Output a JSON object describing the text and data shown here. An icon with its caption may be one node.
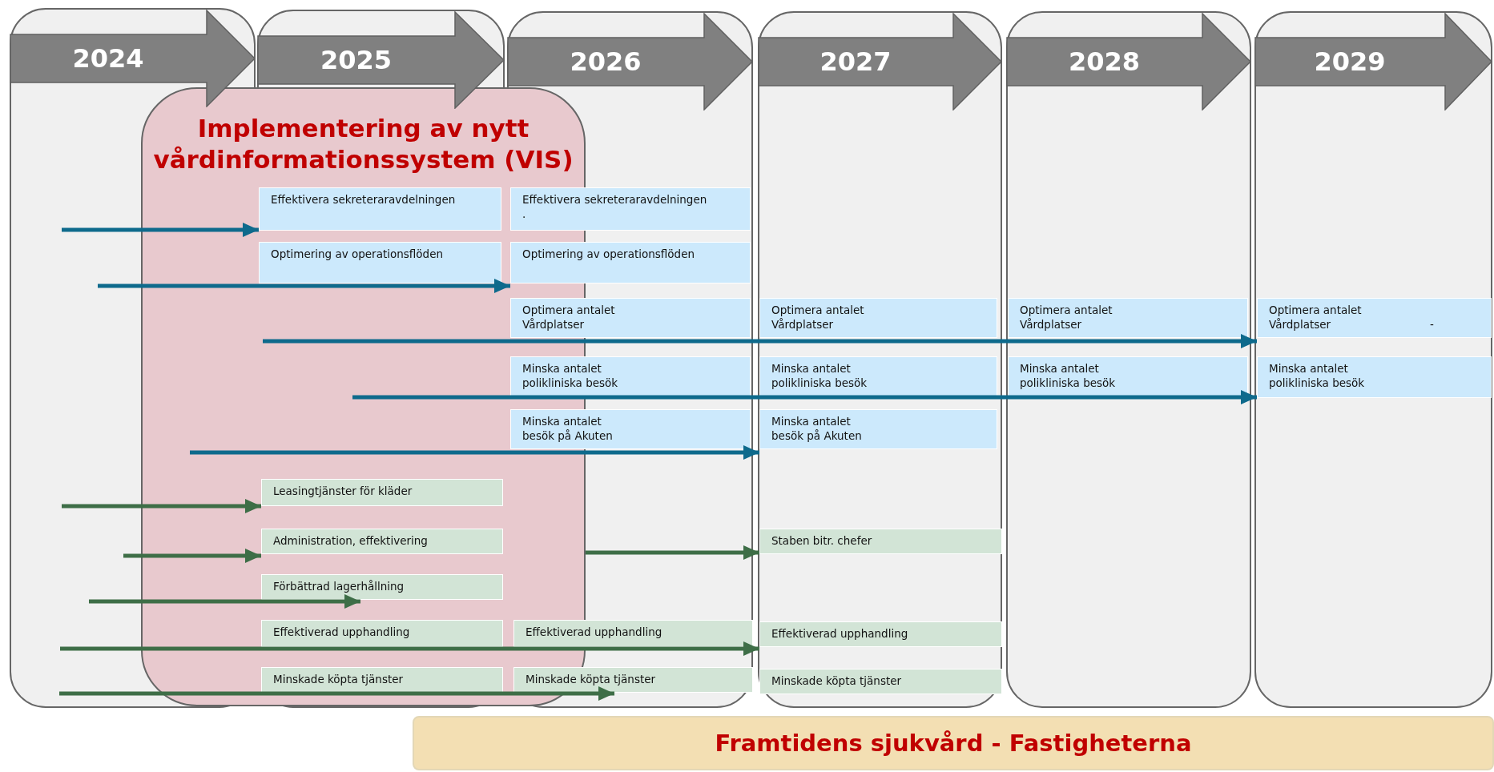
{
  "diagram": {
    "nodes": [
      {
        "text": [
          "2024"
        ]
      },
      {
        "text": [
          "2025"
        ]
      },
      {
        "text": [
          "2026"
        ]
      },
      {
        "text": [
          "2027"
        ]
      },
      {
        "text": [
          "2028"
        ]
      },
      {
        "text": [
          "2029"
        ]
      },
      {
        "text": [
          "Implementering av nytt vårdinformationssystem (VIS)"
        ]
      },
      {
        "text": [
          "Effektivera sekreteraravdelningen"
        ],
        "in": 6
      },
      {
        "text": [
          "Effektivera sekreteraravdelningen",
          "."
        ]
      },
      {
        "text": [
          "Optimering av operationsflöden"
        ],
        "in": 6
      },
      {
        "text": [
          "Optimering av operationsflöden"
        ]
      },
      {
        "text": [
          "Optimera antalet Vårdplatser"
        ]
      },
      {
        "text": [
          "Optimera antalet Vårdplatser"
        ]
      },
      {
        "text": [
          "Optimera antalet Vårdplatser"
        ]
      },
      {
        "text": [
          "Optimera antalet Vårdplatser",
          "-"
        ]
      },
      {
        "text": [
          "Minska antalet polikliniska besök"
        ]
      },
      {
        "text": [
          "Minska antalet polikliniska besök"
        ]
      },
      {
        "text": [
          "Minska antalet polikliniska besök"
        ]
      },
      {
        "text": [
          "Minska antalet polikliniska besök"
        ]
      },
      {
        "text": [
          "Minska antalet besök på Akuten"
        ]
      },
      {
        "text": [
          "Minska antalet besök på Akuten"
        ]
      },
      {
        "text": [
          "Leasingtjänster för kläder"
        ],
        "in": 6
      },
      {
        "text": [
          "Administration, effektivering"
        ],
        "in": 6
      },
      {
        "text": [
          "Staben bitr. chefer"
        ]
      },
      {
        "text": [
          "Förbättrad lagerhållning"
        ],
        "in": 6
      },
      {
        "text": [
          "Effektiverad upphandling"
        ],
        "in": 6
      },
      {
        "text": [
          "Effektiverad upphandling"
        ]
      },
      {
        "text": [
          "Effektiverad upphandling"
        ]
      },
      {
        "text": [
          "Minskade köpta tjänster"
        ],
        "in": 6
      },
      {
        "text": [
          "Minskade köpta tjänster"
        ]
      },
      {
        "text": [
          "Minskade köpta tjänster"
        ]
      },
      {
        "text": [
          "Framtidens sjukvård - Fastigheterna"
        ]
      }
    ],
    "edges": [
      {
        "from": null,
        "to": 7,
        "arrow": "to",
        "color": "#0e6a8c"
      },
      {
        "from": null,
        "to": 10,
        "arrow": "to",
        "color": "#0e6a8c"
      },
      {
        "from": null,
        "to": 14,
        "arrow": "to",
        "color": "#0e6a8c"
      },
      {
        "from": null,
        "to": 18,
        "arrow": "to",
        "color": "#0e6a8c"
      },
      {
        "from": 6,
        "to": 20,
        "arrow": "to",
        "color": "#0e6a8c"
      },
      {
        "from": null,
        "to": 21,
        "arrow": "to"
      },
      {
        "from": null,
        "to": 22,
        "arrow": "to"
      },
      {
        "from": 6,
        "to": 23,
        "arrow": "to"
      },
      {
        "from": null,
        "to": 24,
        "arrow": "to"
      },
      {
        "from": null,
        "to": 27,
        "arrow": "to"
      },
      {
        "from": null,
        "to": 29,
        "arrow": "to"
      }
    ]
  }
}
